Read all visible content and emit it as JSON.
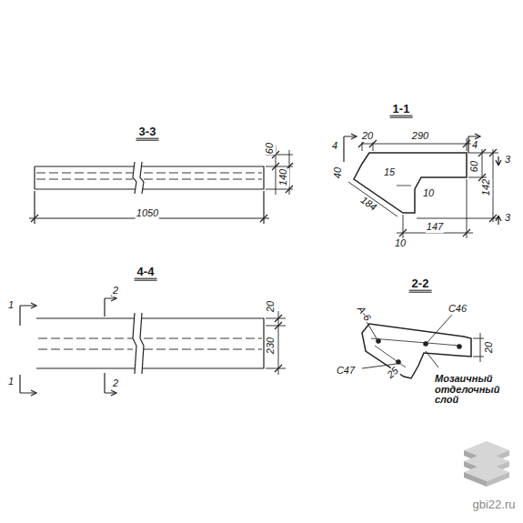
{
  "diagram": {
    "labels": [
      "3-3",
      "60",
      "140",
      "1050",
      "1-1",
      "4",
      "4",
      "20",
      "290",
      "40",
      "15",
      "10",
      "60",
      "142",
      "3",
      "3",
      "184",
      "10",
      "147",
      "4-4",
      "1",
      "2",
      "20",
      "230",
      "1",
      "2",
      "2-2",
      "А-6",
      "С46",
      "20",
      "С47",
      "25",
      "Мозаичный отделочный слой",
      "gbi22.ru"
    ]
  }
}
